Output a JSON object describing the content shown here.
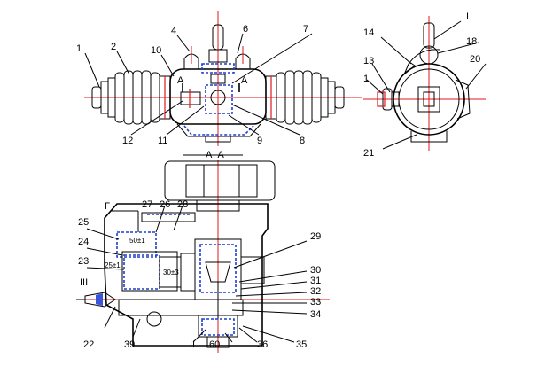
{
  "labels": {
    "p1": "1",
    "p2": "2",
    "p4": "4",
    "p6": "6",
    "p7": "7",
    "p10": "10",
    "p12": "12",
    "p11": "11",
    "p9": "9",
    "p8": "8",
    "sideI": "I",
    "p14": "14",
    "p18": "18",
    "p13": "13",
    "p20": "20",
    "p1b": "1",
    "p21": "21",
    "sectionAA": "A–A",
    "markA1": "A",
    "markA2": "A",
    "markG": "Г",
    "p27": "27",
    "p26": "26",
    "p28": "28",
    "p25": "25",
    "p24": "24",
    "p23": "23",
    "markIII": "III",
    "p22": "22",
    "p39": "39",
    "markII": "II",
    "p60": "60",
    "p36": "36",
    "p35": "35",
    "p29": "29",
    "p30": "30",
    "p31": "31",
    "p32": "32",
    "p33": "33",
    "p34": "34",
    "dim50": "50±1",
    "dim25": "25±1",
    "dim30": "30±3"
  },
  "colors": {
    "outline": "#000000",
    "centerline": "#e0181c",
    "highlight": "#1e3fd0"
  }
}
